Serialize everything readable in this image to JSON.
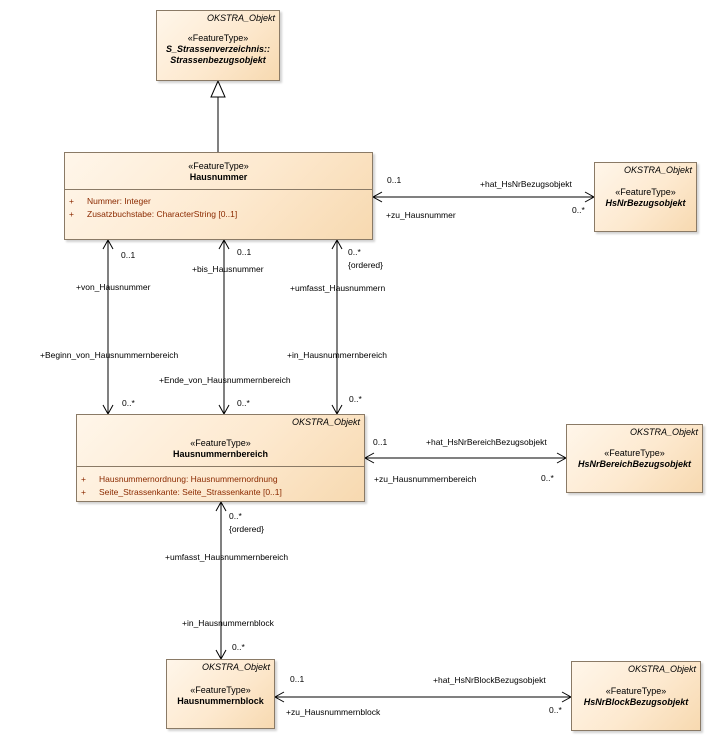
{
  "classes": {
    "strassenbezugsobjekt": {
      "package": "OKSTRA_Objekt",
      "stereotype": "«FeatureType»",
      "name_line1": "S_Strassenverzeichnis::",
      "name_line2": "Strassenbezugsobjekt"
    },
    "hausnummer": {
      "stereotype": "«FeatureType»",
      "name": "Hausnummer",
      "attributes": [
        {
          "vis": "+",
          "text": "Nummer: Integer"
        },
        {
          "vis": "+",
          "text": "Zusatzbuchstabe: CharacterString [0..1]"
        }
      ]
    },
    "hsnrbezugsobjekt": {
      "package": "OKSTRA_Objekt",
      "stereotype": "«FeatureType»",
      "name": "HsNrBezugsobjekt"
    },
    "hausnummernbereich": {
      "package": "OKSTRA_Objekt",
      "stereotype": "«FeatureType»",
      "name": "Hausnummernbereich",
      "attributes": [
        {
          "vis": "+",
          "text": "Hausnummernordnung: Hausnummernordnung"
        },
        {
          "vis": "+",
          "text": "Seite_Strassenkante: Seite_Strassenkante [0..1]"
        }
      ]
    },
    "hsnrbereichbezugsobjekt": {
      "package": "OKSTRA_Objekt",
      "stereotype": "«FeatureType»",
      "name": "HsNrBereichBezugsobjekt"
    },
    "hausnummernblock": {
      "package": "OKSTRA_Objekt",
      "stereotype": "«FeatureType»",
      "name": "Hausnummernblock"
    },
    "hsnrblockbezugsobjekt": {
      "package": "OKSTRA_Objekt",
      "stereotype": "«FeatureType»",
      "name": "HsNrBlockBezugsobjekt"
    }
  },
  "associations": {
    "a1": {
      "near_mult": "0..1",
      "role_target": "+hat_HsNrBezugsobjekt",
      "role_source": "+zu_Hausnummer",
      "far_mult": "0..*"
    },
    "a2": {
      "top_mult": "0..1",
      "top_role": "+von_Hausnummer",
      "bottom_role": "+Beginn_von_Hausnummernbereich",
      "bottom_mult": "0..*"
    },
    "a3": {
      "top_mult": "0..1",
      "top_role": "+bis_Hausnummer",
      "bottom_role": "+Ende_von_Hausnummernbereich",
      "bottom_mult": "0..*"
    },
    "a4": {
      "top_mult": "0..*",
      "top_constraint": "{ordered}",
      "top_role": "+umfasst_Hausnummern",
      "bottom_role": "+in_Hausnummernbereich",
      "bottom_mult": "0..*"
    },
    "a5": {
      "near_mult": "0..1",
      "role_target": "+hat_HsNrBereichBezugsobjekt",
      "role_source": "+zu_Hausnummernbereich",
      "far_mult": "0..*"
    },
    "a6": {
      "top_mult": "0..*",
      "top_constraint": "{ordered}",
      "top_role": "+umfasst_Hausnummernbereich",
      "bottom_role": "+in_Hausnummernblock",
      "bottom_mult": "0..*"
    },
    "a7": {
      "near_mult": "0..1",
      "role_target": "+hat_HsNrBlockBezugsobjekt",
      "role_source": "+zu_Hausnummernblock",
      "far_mult": "0..*"
    }
  }
}
